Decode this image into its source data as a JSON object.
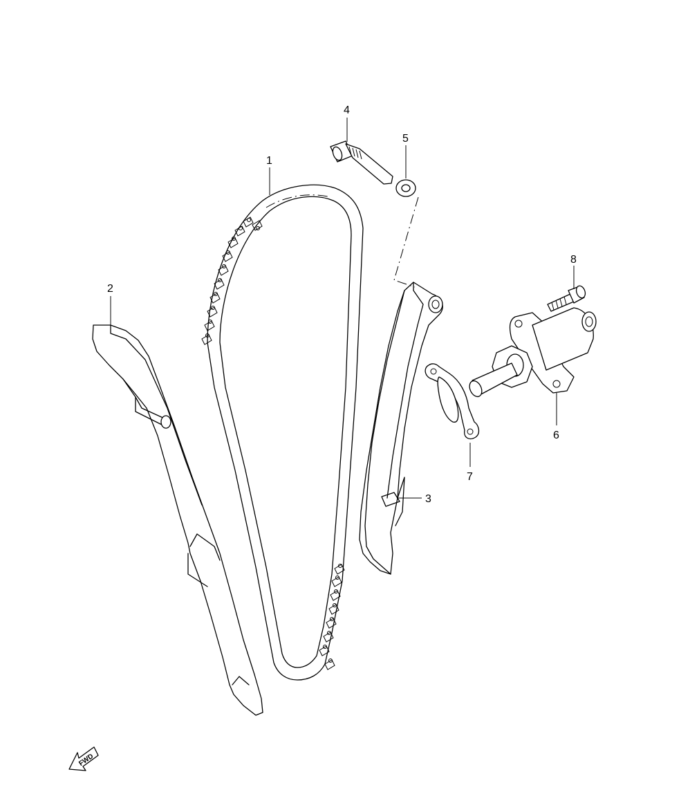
{
  "callouts": {
    "p1": "1",
    "p2": "2",
    "p3": "3",
    "p4": "4",
    "p5": "5",
    "p6": "6",
    "p7": "7",
    "p8": "8"
  },
  "fwd_label": "FWD",
  "icons": {
    "fwd": "fwd-arrow-icon"
  }
}
